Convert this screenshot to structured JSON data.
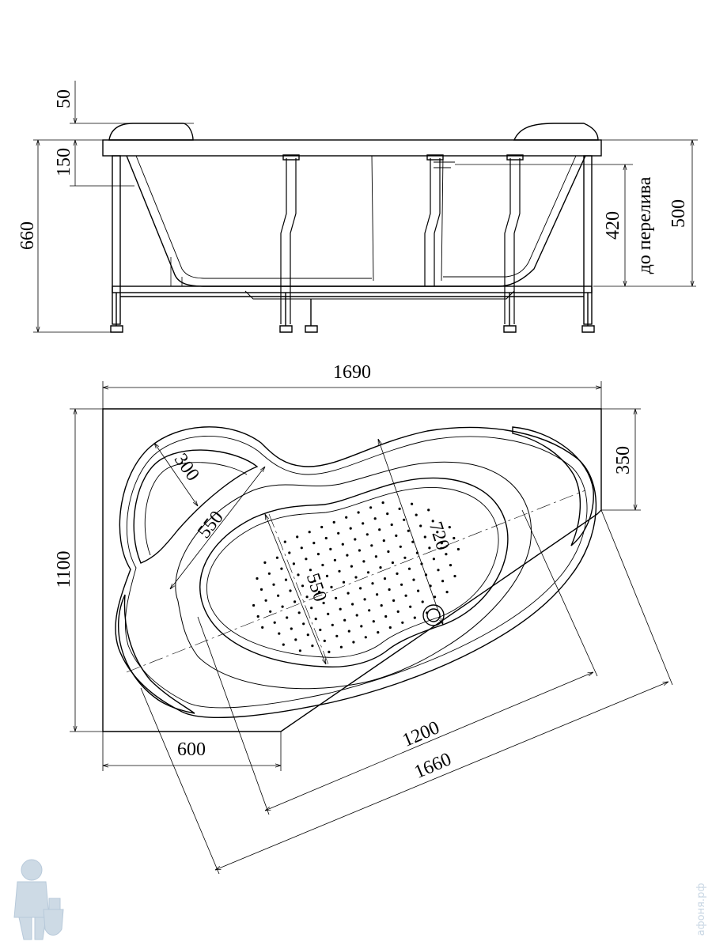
{
  "side_view": {
    "dim_rim": "50",
    "dim_headrest": "150",
    "dim_total_height": "660",
    "dim_overflow": "420",
    "overflow_note": "до перелива",
    "dim_depth": "500"
  },
  "top_view": {
    "dim_length": "1690",
    "dim_width": "1100",
    "dim_corner": "350",
    "dim_left_offset": "600",
    "dim_inner_length": "1200",
    "dim_diagonal": "1660",
    "dim_seat": "300",
    "dim_seat_depth": "550",
    "dim_bowl_width": "720",
    "dim_bowl_depth": "550"
  },
  "watermark": {
    "text": "афоня.рф",
    "logo": "plumber-mascot-icon"
  },
  "colors": {
    "line": "#000000",
    "watermark": "#c8d6e3"
  }
}
